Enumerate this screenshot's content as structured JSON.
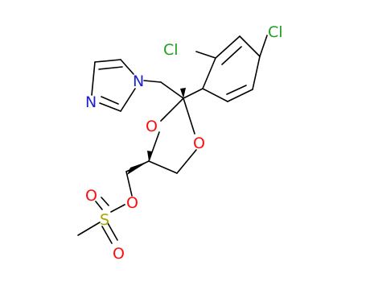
{
  "molecule": {
    "colors": {
      "bond": "#000000",
      "oxygen": "#ff0d0d",
      "nitrogen": "#1e22c8",
      "sulfur": "#a6a600",
      "chlorine": "#1fa01f"
    },
    "atom_labels": {
      "cl_top": "Cl",
      "cl_left": "Cl",
      "n_imidazole_1": "N",
      "n_imidazole_3": "N",
      "o_dioxolane_left": "O",
      "o_dioxolane_right": "O",
      "o_ester": "O",
      "s_sulfonyl": "S",
      "o_sulfonyl_top": "O",
      "o_sulfonyl_bottom": "O"
    }
  }
}
